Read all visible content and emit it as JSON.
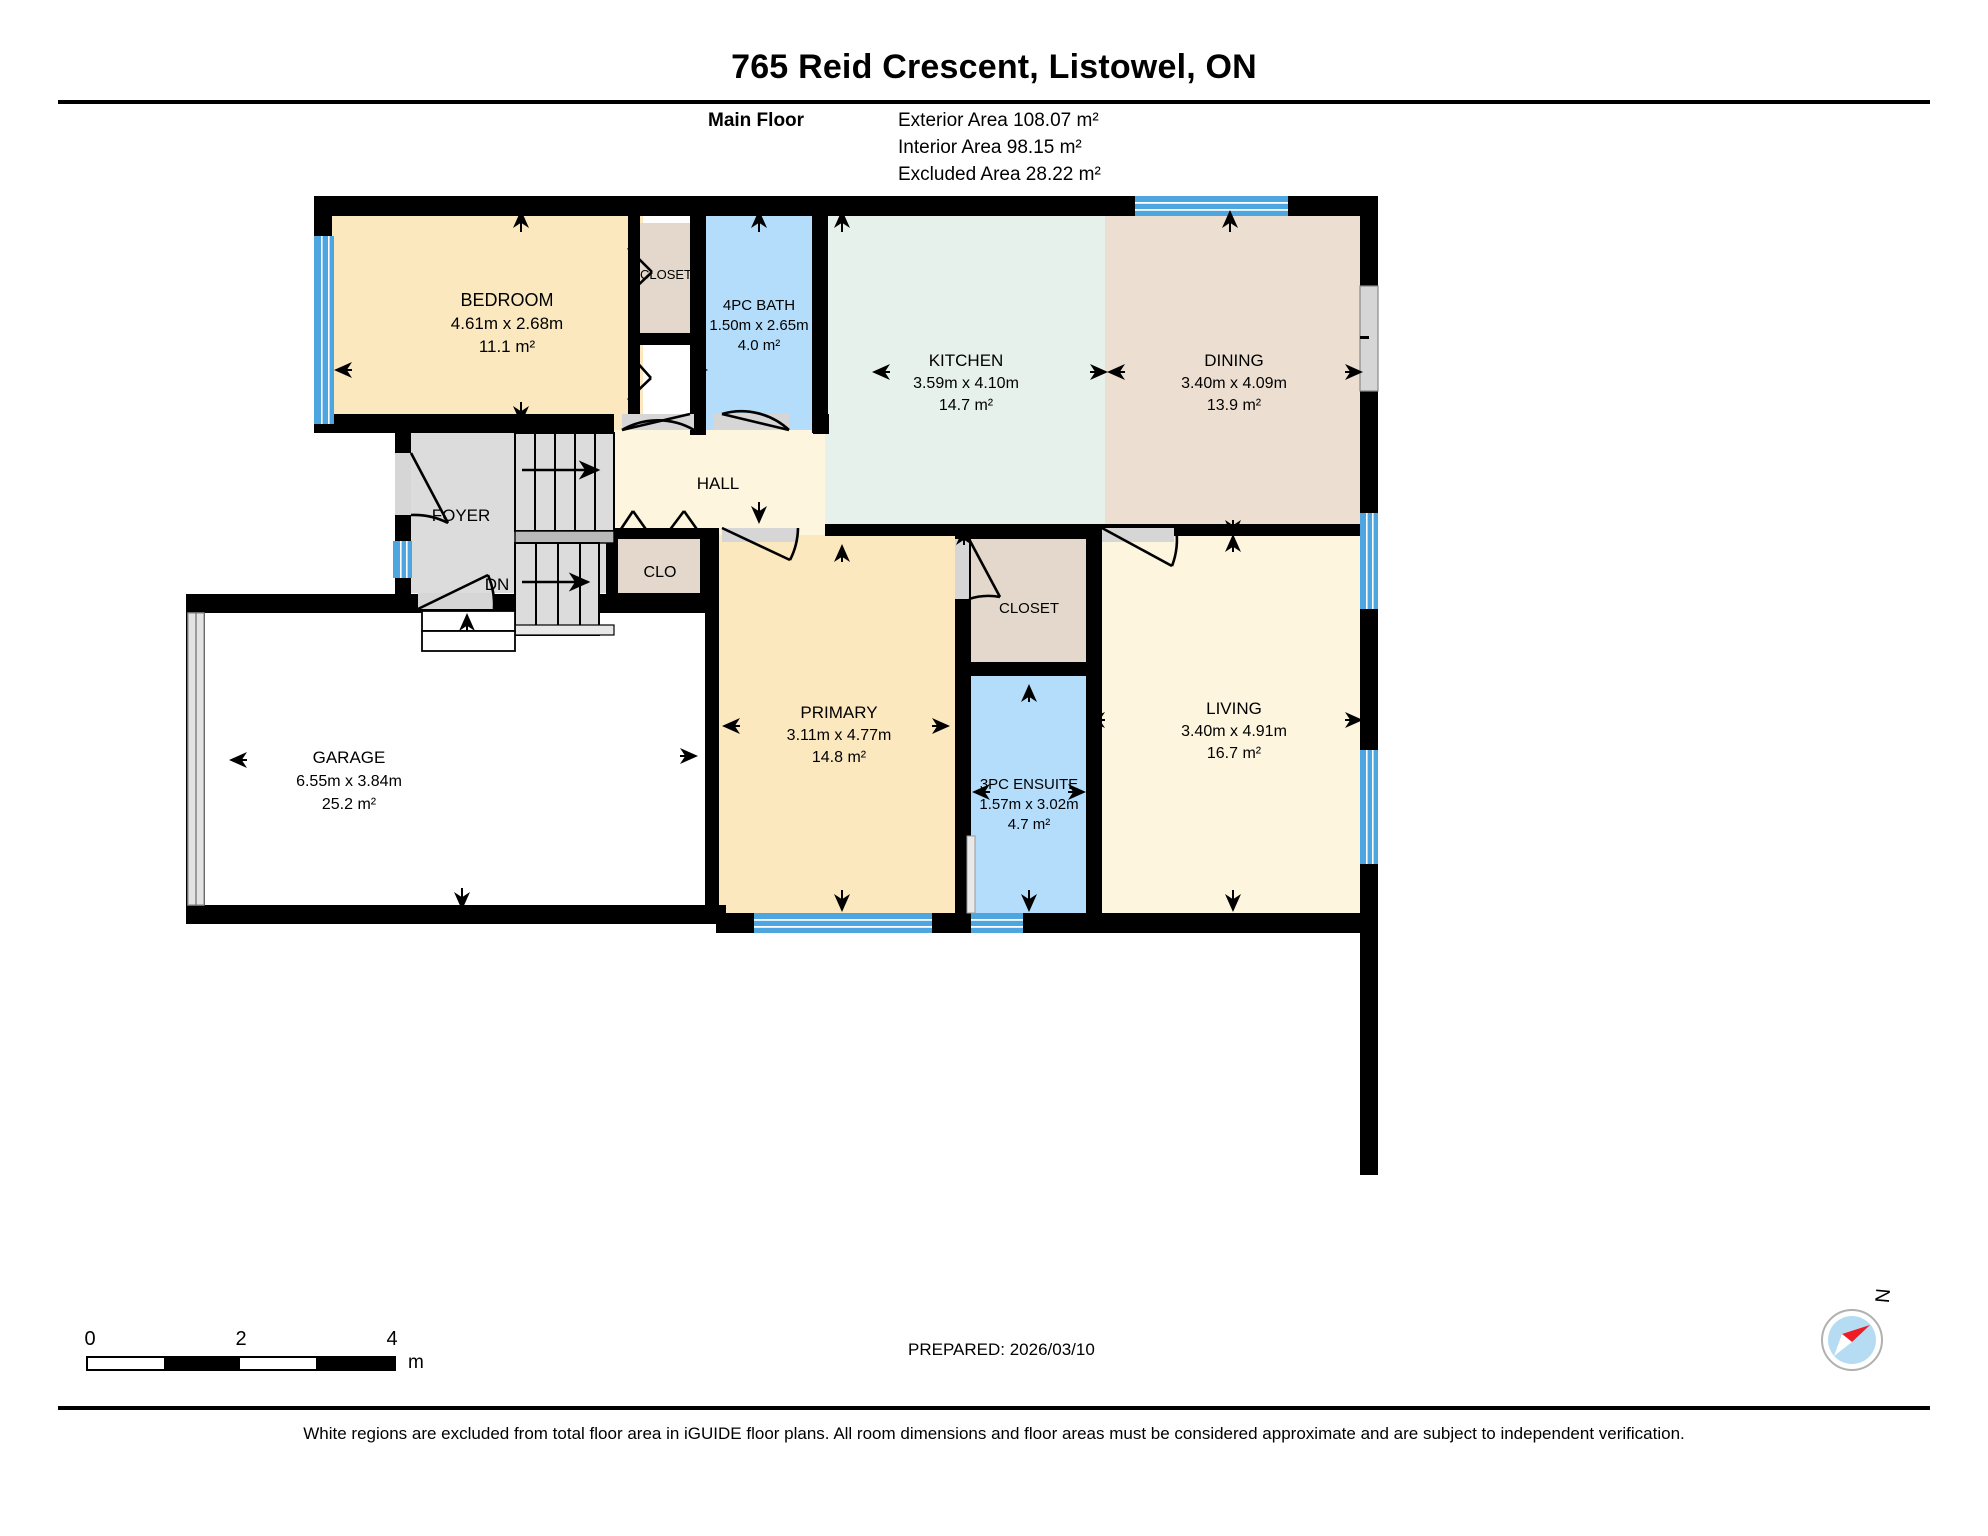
{
  "header": {
    "title": "765 Reid Crescent, Listowel, ON",
    "floor_label": "Main Floor",
    "exterior_area": "Exterior Area 108.07 m²",
    "interior_area": "Interior Area 98.15 m²",
    "excluded_area": "Excluded Area 28.22 m²"
  },
  "rooms": {
    "bedroom": {
      "name": "BEDROOM",
      "dims": "4.61m x 2.68m",
      "area": "11.1 m²"
    },
    "closet_bed": {
      "name": "CLOSET"
    },
    "bath4pc": {
      "name": "4PC BATH",
      "dims": "1.50m x 2.65m",
      "area": "4.0 m²"
    },
    "kitchen": {
      "name": "KITCHEN",
      "dims": "3.59m x 4.10m",
      "area": "14.7 m²"
    },
    "dining": {
      "name": "DINING",
      "dims": "3.40m x 4.09m",
      "area": "13.9 m²"
    },
    "foyer": {
      "name": "FOYER"
    },
    "stairs_dn": {
      "name": "DN"
    },
    "hall": {
      "name": "HALL"
    },
    "clo": {
      "name": "CLO"
    },
    "garage": {
      "name": "GARAGE",
      "dims": "6.55m x 3.84m",
      "area": "25.2 m²"
    },
    "primary": {
      "name": "PRIMARY",
      "dims": "3.11m x 4.77m",
      "area": "14.8 m²"
    },
    "closet_pri": {
      "name": "CLOSET"
    },
    "ensuite": {
      "name": "3PC ENSUITE",
      "dims": "1.57m x 3.02m",
      "area": "4.7 m²"
    },
    "living": {
      "name": "LIVING",
      "dims": "3.40m x 4.91m",
      "area": "16.7 m²"
    }
  },
  "scale_bar": {
    "ticks": [
      "0",
      "2",
      "4"
    ],
    "unit": "m"
  },
  "compass": {
    "label": "N"
  },
  "footer": {
    "prepared": "PREPARED: 2026/03/10",
    "disclaimer": "White regions are excluded from total floor area in iGUIDE floor plans. All room dimensions and floor areas must be considered approximate and are subject to independent verification."
  },
  "colors": {
    "wall": "#000000",
    "bedroom_fill": "#fbe8bf",
    "bath_fill": "#b3ddfb",
    "kitchen_fill": "#e5f1ea",
    "dining_fill": "#ecdfd2",
    "hall_fill": "#fdf5dd",
    "foyer_fill": "#dcdcdc",
    "closet_fill": "#e3d8cb",
    "living_fill": "#fdf5dd",
    "garage_fill": "#ffffff",
    "window": "#4da6e0",
    "door_gray": "#d6d6d6",
    "compass_disc": "#b5dcf2",
    "compass_needle": "#ee1c25"
  }
}
